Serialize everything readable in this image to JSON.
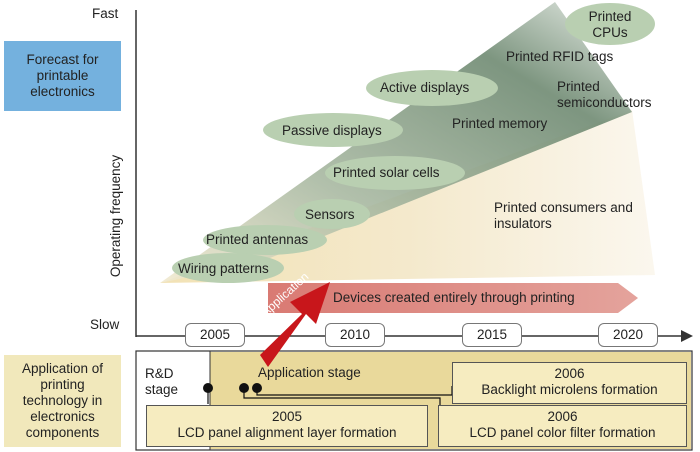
{
  "axis": {
    "fast": "Fast",
    "slow": "Slow",
    "ylabel": "Operating frequency",
    "years": [
      "2005",
      "2010",
      "2015",
      "2020"
    ]
  },
  "forecast_label": "Forecast for printable electronics",
  "application_label": "Application of printing technology in electronics components",
  "devices": [
    "Printed CPUs",
    "Printed RFID tags",
    "Printed semiconductors",
    "Active displays",
    "Printed memory",
    "Passive displays",
    "Printed solar cells",
    "Sensors",
    "Printed antennas",
    "Wiring patterns"
  ],
  "consumers": "Printed consumers and insulators",
  "devices_arrow": "Devices created entirely through printing",
  "application_arrow": "Application",
  "stages": {
    "rd": "R&D stage",
    "application": "Application stage"
  },
  "milestones": [
    {
      "year": "2006",
      "text": "Backlight microlens formation"
    },
    {
      "year": "2005",
      "text": "LCD panel alignment layer formation"
    },
    {
      "year": "2006",
      "text": "LCD panel color filter formation"
    }
  ],
  "colors": {
    "ellipse": "#b9cfb1",
    "forecast_box": "#74b1de",
    "application_box": "#f1e8bb",
    "devices_arrow": "#d8837a",
    "application_arrow": "#c8161b"
  }
}
